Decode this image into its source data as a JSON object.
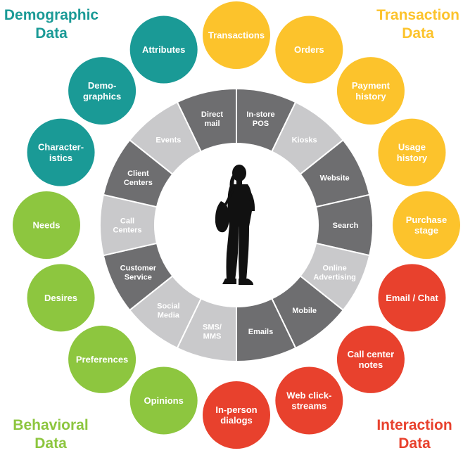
{
  "corner_labels": {
    "demographic": [
      "Demographic",
      "Data"
    ],
    "transaction": [
      "Transaction",
      "Data"
    ],
    "behavioral": [
      "Behavioral",
      "Data"
    ],
    "interaction": [
      "Interaction",
      "Data"
    ]
  },
  "colors": {
    "demographic": "#1a9a96",
    "transaction": "#fcc32c",
    "behavioral": "#8dc63f",
    "interaction": "#e8412d",
    "segment_dark": "#6e6e70",
    "segment_light": "#c9c9cb",
    "silhouette": "#111111"
  },
  "center_icon": "standing-person-silhouette",
  "segments": [
    {
      "label": [
        "Direct",
        "mail"
      ],
      "shade": "dark"
    },
    {
      "label": [
        "In-store",
        "POS"
      ],
      "shade": "dark"
    },
    {
      "label": [
        "Kiosks"
      ],
      "shade": "light"
    },
    {
      "label": [
        "Website"
      ],
      "shade": "dark"
    },
    {
      "label": [
        "Search"
      ],
      "shade": "dark"
    },
    {
      "label": [
        "Online",
        "Advertising"
      ],
      "shade": "light"
    },
    {
      "label": [
        "Mobile"
      ],
      "shade": "dark"
    },
    {
      "label": [
        "Emails"
      ],
      "shade": "dark"
    },
    {
      "label": [
        "SMS/",
        "MMS"
      ],
      "shade": "light"
    },
    {
      "label": [
        "Social",
        "Media"
      ],
      "shade": "light"
    },
    {
      "label": [
        "Customer",
        "Service"
      ],
      "shade": "dark"
    },
    {
      "label": [
        "Call",
        "Centers"
      ],
      "shade": "light"
    },
    {
      "label": [
        "Client",
        "Centers"
      ],
      "shade": "dark"
    },
    {
      "label": [
        "Events"
      ],
      "shade": "light"
    }
  ],
  "circles": [
    {
      "label": [
        "Transactions"
      ],
      "group": "transaction"
    },
    {
      "label": [
        "Orders"
      ],
      "group": "transaction"
    },
    {
      "label": [
        "Payment",
        "history"
      ],
      "group": "transaction"
    },
    {
      "label": [
        "Usage",
        "history"
      ],
      "group": "transaction"
    },
    {
      "label": [
        "Purchase",
        "stage"
      ],
      "group": "transaction"
    },
    {
      "label": [
        "Email / Chat"
      ],
      "group": "interaction"
    },
    {
      "label": [
        "Call center",
        "notes"
      ],
      "group": "interaction"
    },
    {
      "label": [
        "Web click-",
        "streams"
      ],
      "group": "interaction"
    },
    {
      "label": [
        "In-person",
        "dialogs"
      ],
      "group": "interaction"
    },
    {
      "label": [
        "Opinions"
      ],
      "group": "behavioral"
    },
    {
      "label": [
        "Preferences"
      ],
      "group": "behavioral"
    },
    {
      "label": [
        "Desires"
      ],
      "group": "behavioral"
    },
    {
      "label": [
        "Needs"
      ],
      "group": "behavioral"
    },
    {
      "label": [
        "Character-",
        "istics"
      ],
      "group": "demographic"
    },
    {
      "label": [
        "Demo-",
        "graphics"
      ],
      "group": "demographic"
    },
    {
      "label": [
        "Attributes"
      ],
      "group": "demographic"
    }
  ]
}
